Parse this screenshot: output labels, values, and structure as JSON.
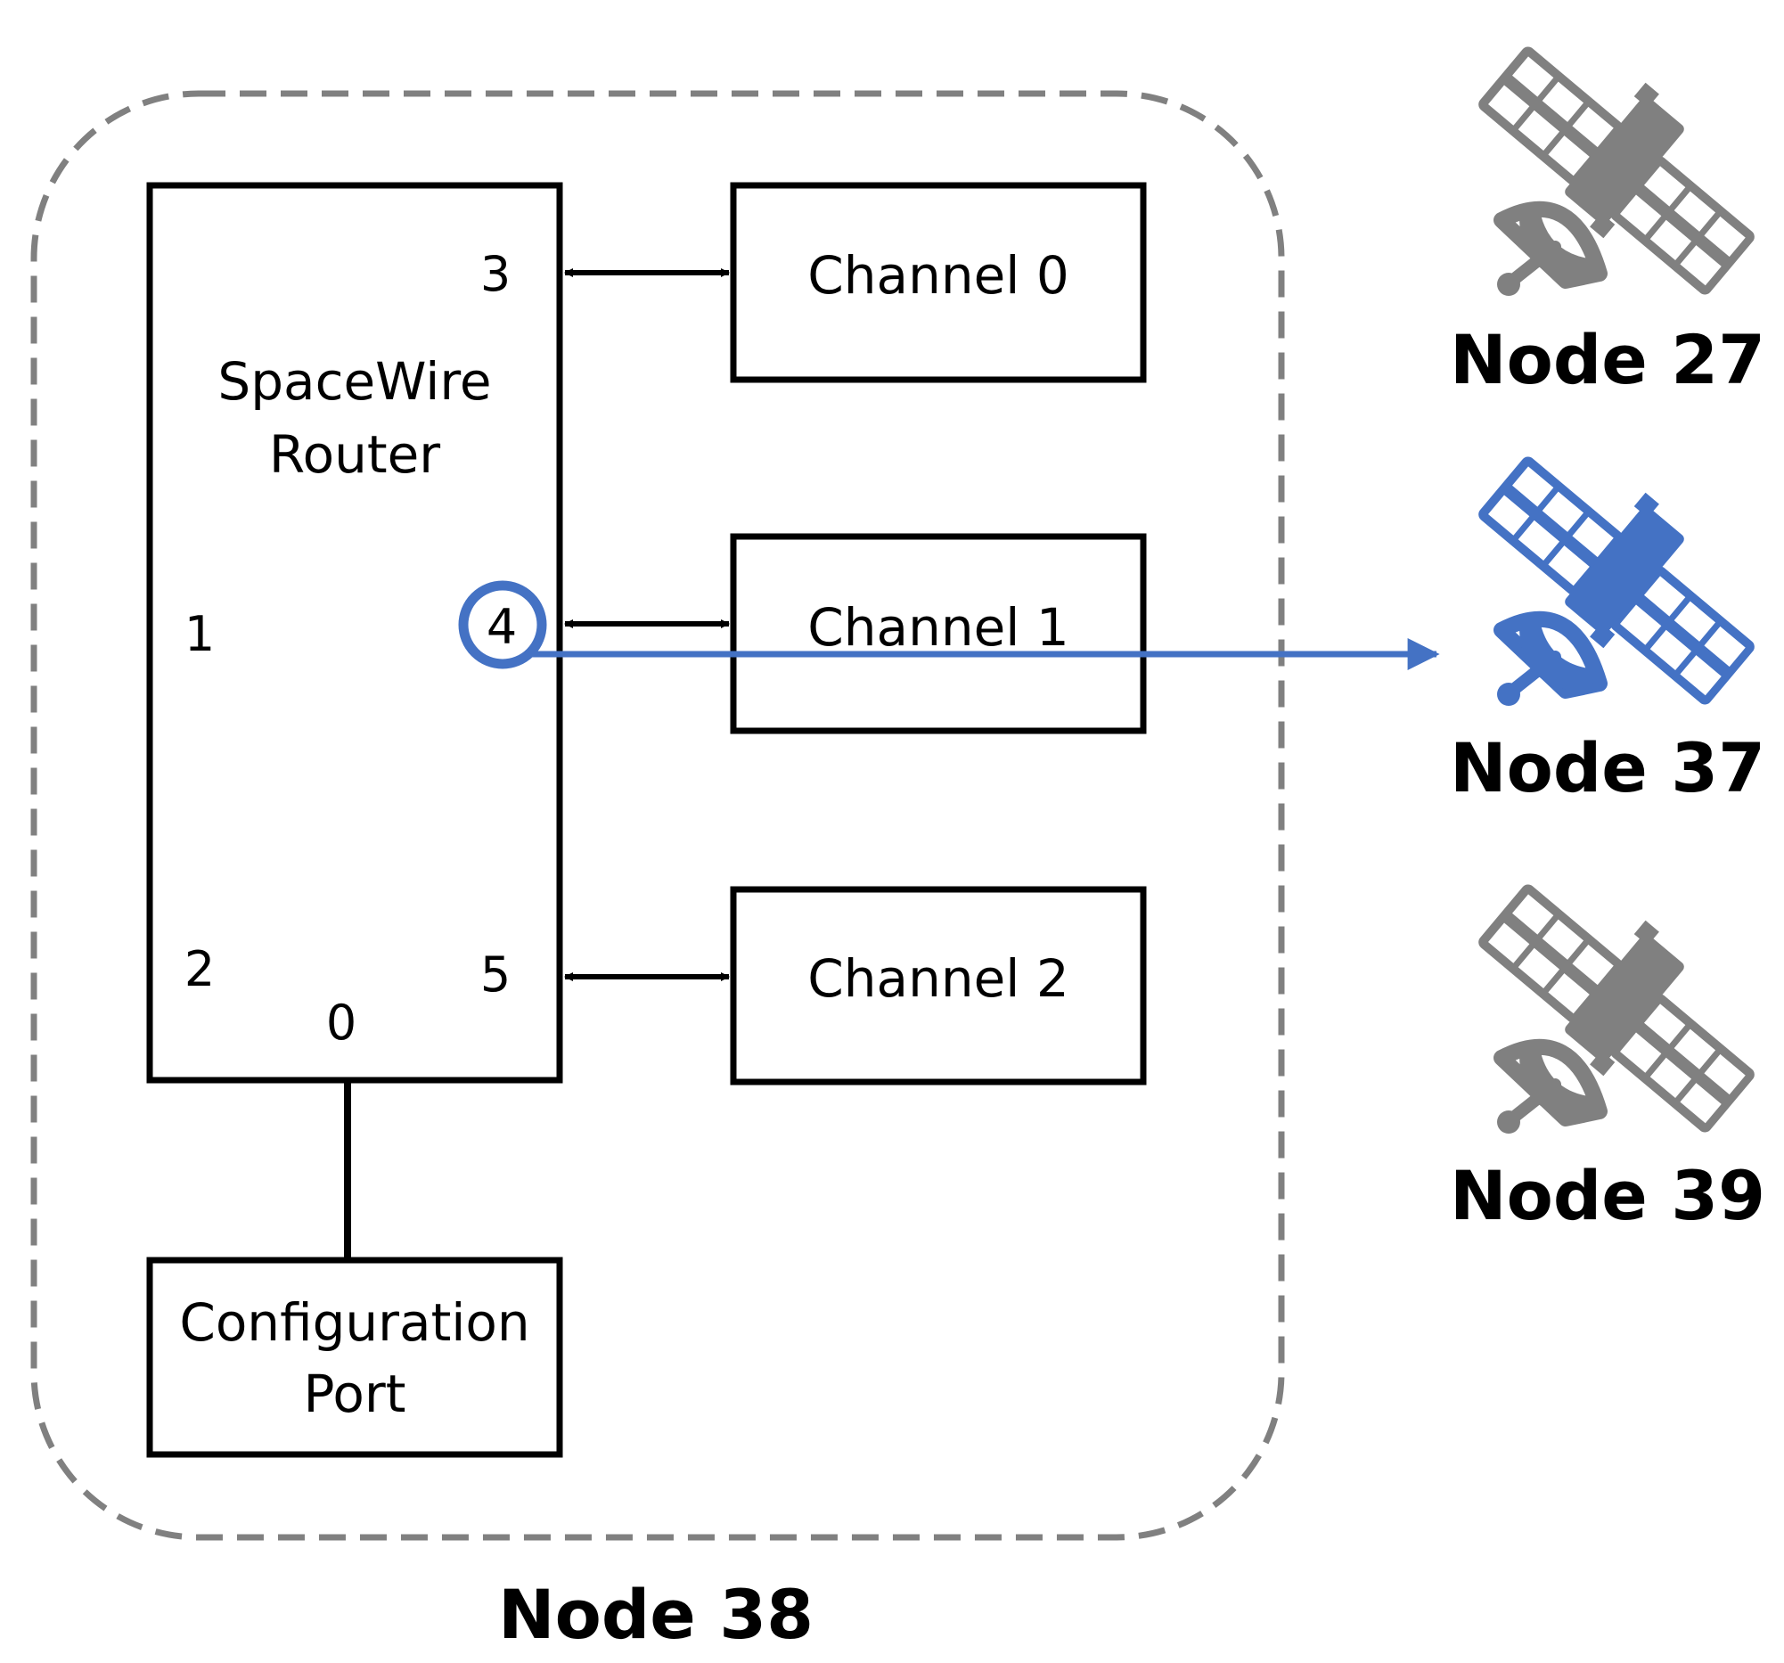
{
  "router": {
    "line1": "SpaceWire",
    "line2": "Router"
  },
  "ports": {
    "p0": "0",
    "p1": "1",
    "p2": "2",
    "p3": "3",
    "p4": "4",
    "p5": "5"
  },
  "channels": [
    "Channel 0",
    "Channel 1",
    "Channel 2"
  ],
  "config": {
    "line1": "Configuration",
    "line2": "Port"
  },
  "local_node": "Node 38",
  "remote_nodes": [
    {
      "label": "Node 27",
      "color": "#808080"
    },
    {
      "label": "Node 37",
      "color": "#4472C4"
    },
    {
      "label": "Node 39",
      "color": "#808080"
    }
  ],
  "colors": {
    "highlight": "#4472C4",
    "boundary": "#808080",
    "satellite_inactive": "#808080"
  }
}
